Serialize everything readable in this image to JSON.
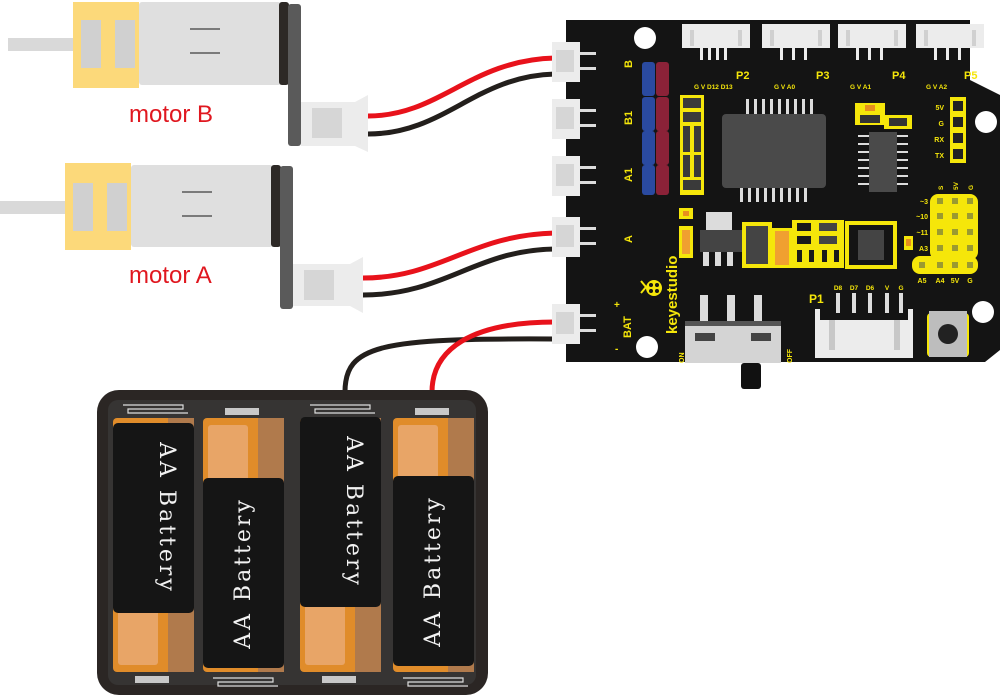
{
  "diagram": {
    "title": "Motor driver wiring with 4xAA battery pack",
    "colors": {
      "board": "#141414",
      "silkscreen": "#f5e60a",
      "wire_positive": "#e8121b",
      "wire_negative": "#231f1c",
      "motor_label": "#e0171f",
      "gearbox": "#fcd97a",
      "motor_body": "#dcdcdc",
      "battery_holder": "#2b2624",
      "battery_cell": "#e08c2a",
      "battery_label": "#151515"
    },
    "motors": [
      {
        "id": "motor-b",
        "label": "motor B",
        "connects_to": "B"
      },
      {
        "id": "motor-a",
        "label": "motor A",
        "connects_to": "A"
      }
    ],
    "battery_pack": {
      "cells": [
        {
          "label": "AA Battery"
        },
        {
          "label": "AA Battery"
        },
        {
          "label": "AA Battery"
        },
        {
          "label": "AA Battery"
        }
      ],
      "connects_to": "BAT"
    },
    "board": {
      "brand": "keyestudio",
      "left_ports": [
        {
          "label": "B"
        },
        {
          "label": "B1"
        },
        {
          "label": "A1"
        },
        {
          "label": "A"
        },
        {
          "label": "BAT"
        }
      ],
      "bat_polarity": {
        "plus": "+",
        "minus": "-"
      },
      "top_headers": [
        {
          "name": "P2",
          "pins": "G V D12 D13"
        },
        {
          "name": "P3",
          "pins": "G V A0"
        },
        {
          "name": "P4",
          "pins": "G V A1"
        },
        {
          "name": "P5",
          "pins": "G V A2"
        }
      ],
      "serial_pins": [
        "5V",
        "G",
        "RX",
        "TX"
      ],
      "io_grid": {
        "col_labels": [
          "S",
          "5V",
          "G"
        ],
        "row_labels": [
          "~3",
          "~10",
          "~11",
          "A3"
        ],
        "bottom_labels": [
          "A5",
          "A4",
          "5V",
          "G"
        ]
      },
      "p1_header": {
        "name": "P1",
        "pins": [
          "D8",
          "D7",
          "D6",
          "V",
          "G"
        ]
      },
      "switch": {
        "on": "ON",
        "off": "OFF"
      }
    }
  }
}
